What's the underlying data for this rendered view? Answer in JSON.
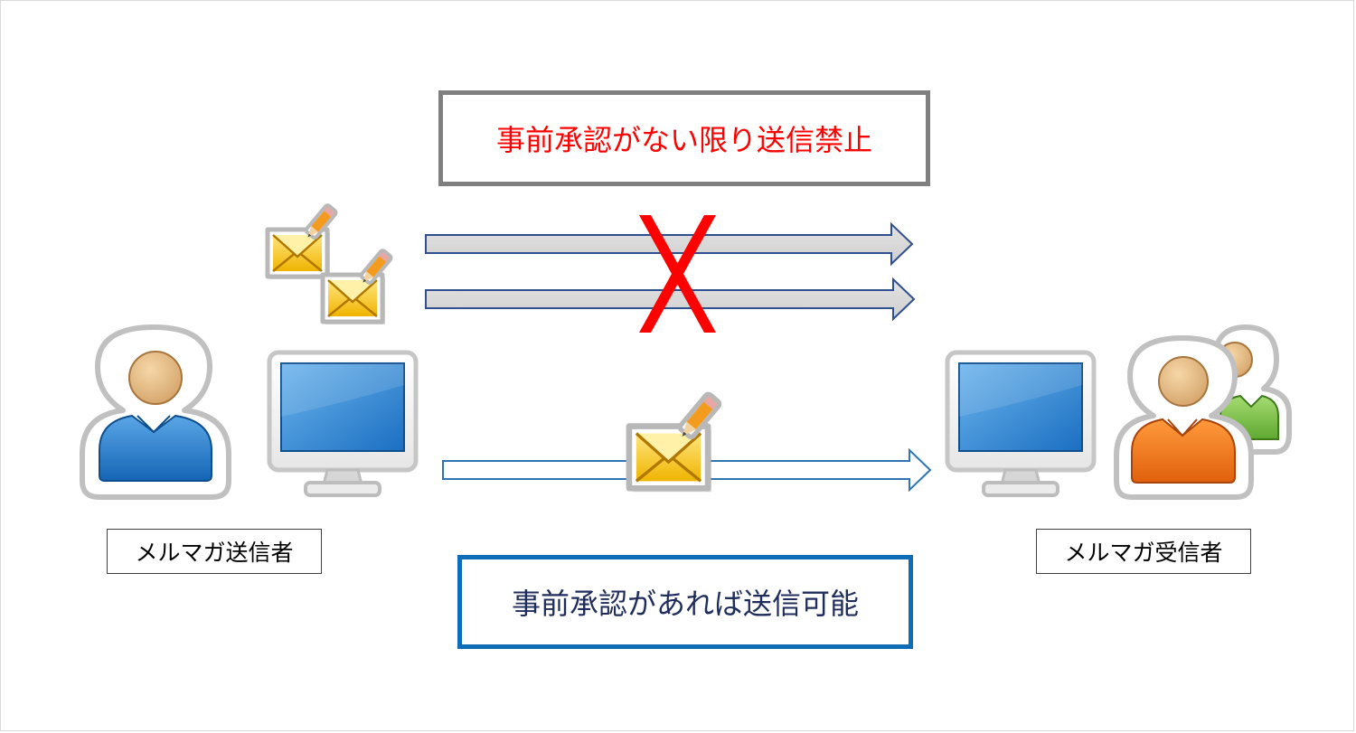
{
  "prohibition_note": "事前承認がない限り送信禁止",
  "permission_note": "事前承認があれば送信可能",
  "sender_label": "メルマガ送信者",
  "receiver_label": "メルマガ受信者",
  "icons": {
    "sender": "person-icon",
    "sender_computer": "computer-monitor-icon",
    "receiver_computer": "computer-monitor-icon",
    "receivers": "group-icon",
    "mail": "envelope-with-pencil-icon",
    "blocked_mark": "x-mark-icon"
  },
  "colors": {
    "prohibit_text": "#ff0000",
    "prohibit_border": "#7f7f7f",
    "permit_text": "#1f2d5c",
    "permit_border": "#0e6db6",
    "blocked_arrow_fill": "#d9d9d9",
    "blocked_arrow_stroke": "#2f4f8f",
    "allowed_arrow_stroke": "#2e75b6",
    "x_mark": "#ff0000"
  }
}
